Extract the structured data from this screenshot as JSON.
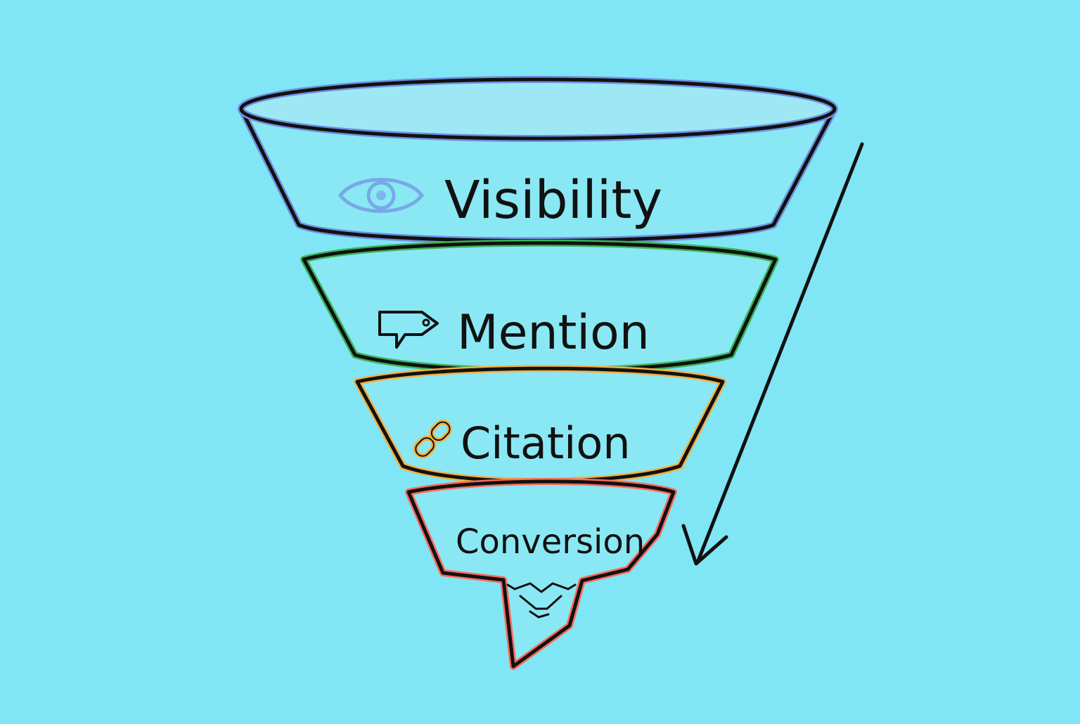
{
  "diagram": {
    "background_color": "#80e6f5",
    "stages": [
      {
        "key": "visibility",
        "label": "Visibility",
        "icon": "eye-icon",
        "color": "#6f8fe0"
      },
      {
        "key": "mention",
        "label": "Mention",
        "icon": "speech-bubble-tag-icon",
        "color": "#3cb45a"
      },
      {
        "key": "citation",
        "label": "Citation",
        "icon": "chain-link-icon",
        "color": "#f5b041"
      },
      {
        "key": "conversion",
        "label": "Conversion",
        "icon": "handshake-icon",
        "color": "#ff6a5c"
      }
    ],
    "arrow": {
      "icon": "down-arrow-icon",
      "color": "#111111"
    }
  }
}
